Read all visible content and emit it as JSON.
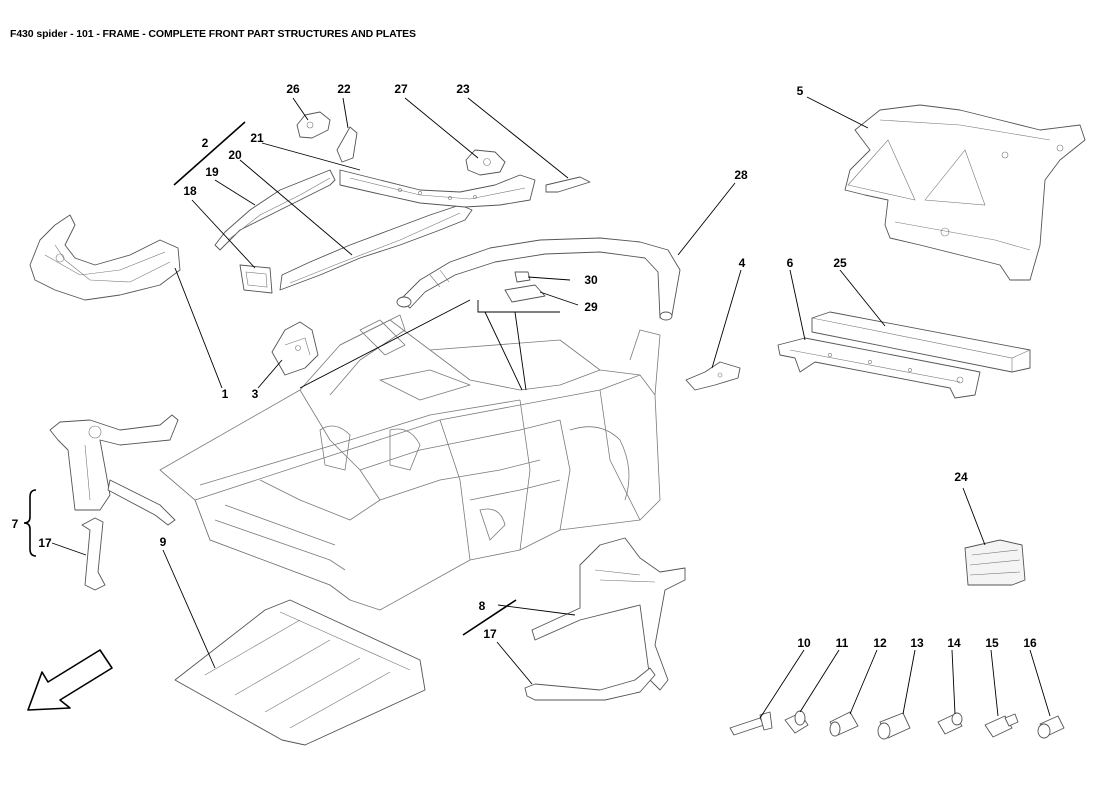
{
  "header": {
    "title": "F430 spider - 101 - FRAME - COMPLETE FRONT PART STRUCTURES AND PLATES"
  },
  "callouts": {
    "c1": "1",
    "c2": "2",
    "c3": "3",
    "c4": "4",
    "c5": "5",
    "c6": "6",
    "c7": "7",
    "c8": "8",
    "c9": "9",
    "c10": "10",
    "c11": "11",
    "c12": "12",
    "c13": "13",
    "c14": "14",
    "c15": "15",
    "c16": "16",
    "c17a": "17",
    "c17b": "17",
    "c18": "18",
    "c19": "19",
    "c20": "20",
    "c21": "21",
    "c22": "22",
    "c23": "23",
    "c24": "24",
    "c25": "25",
    "c26": "26",
    "c27": "27",
    "c28": "28",
    "c29": "29",
    "c30": "30"
  },
  "icons": {
    "direction_arrow": "front-direction-arrow-icon"
  }
}
